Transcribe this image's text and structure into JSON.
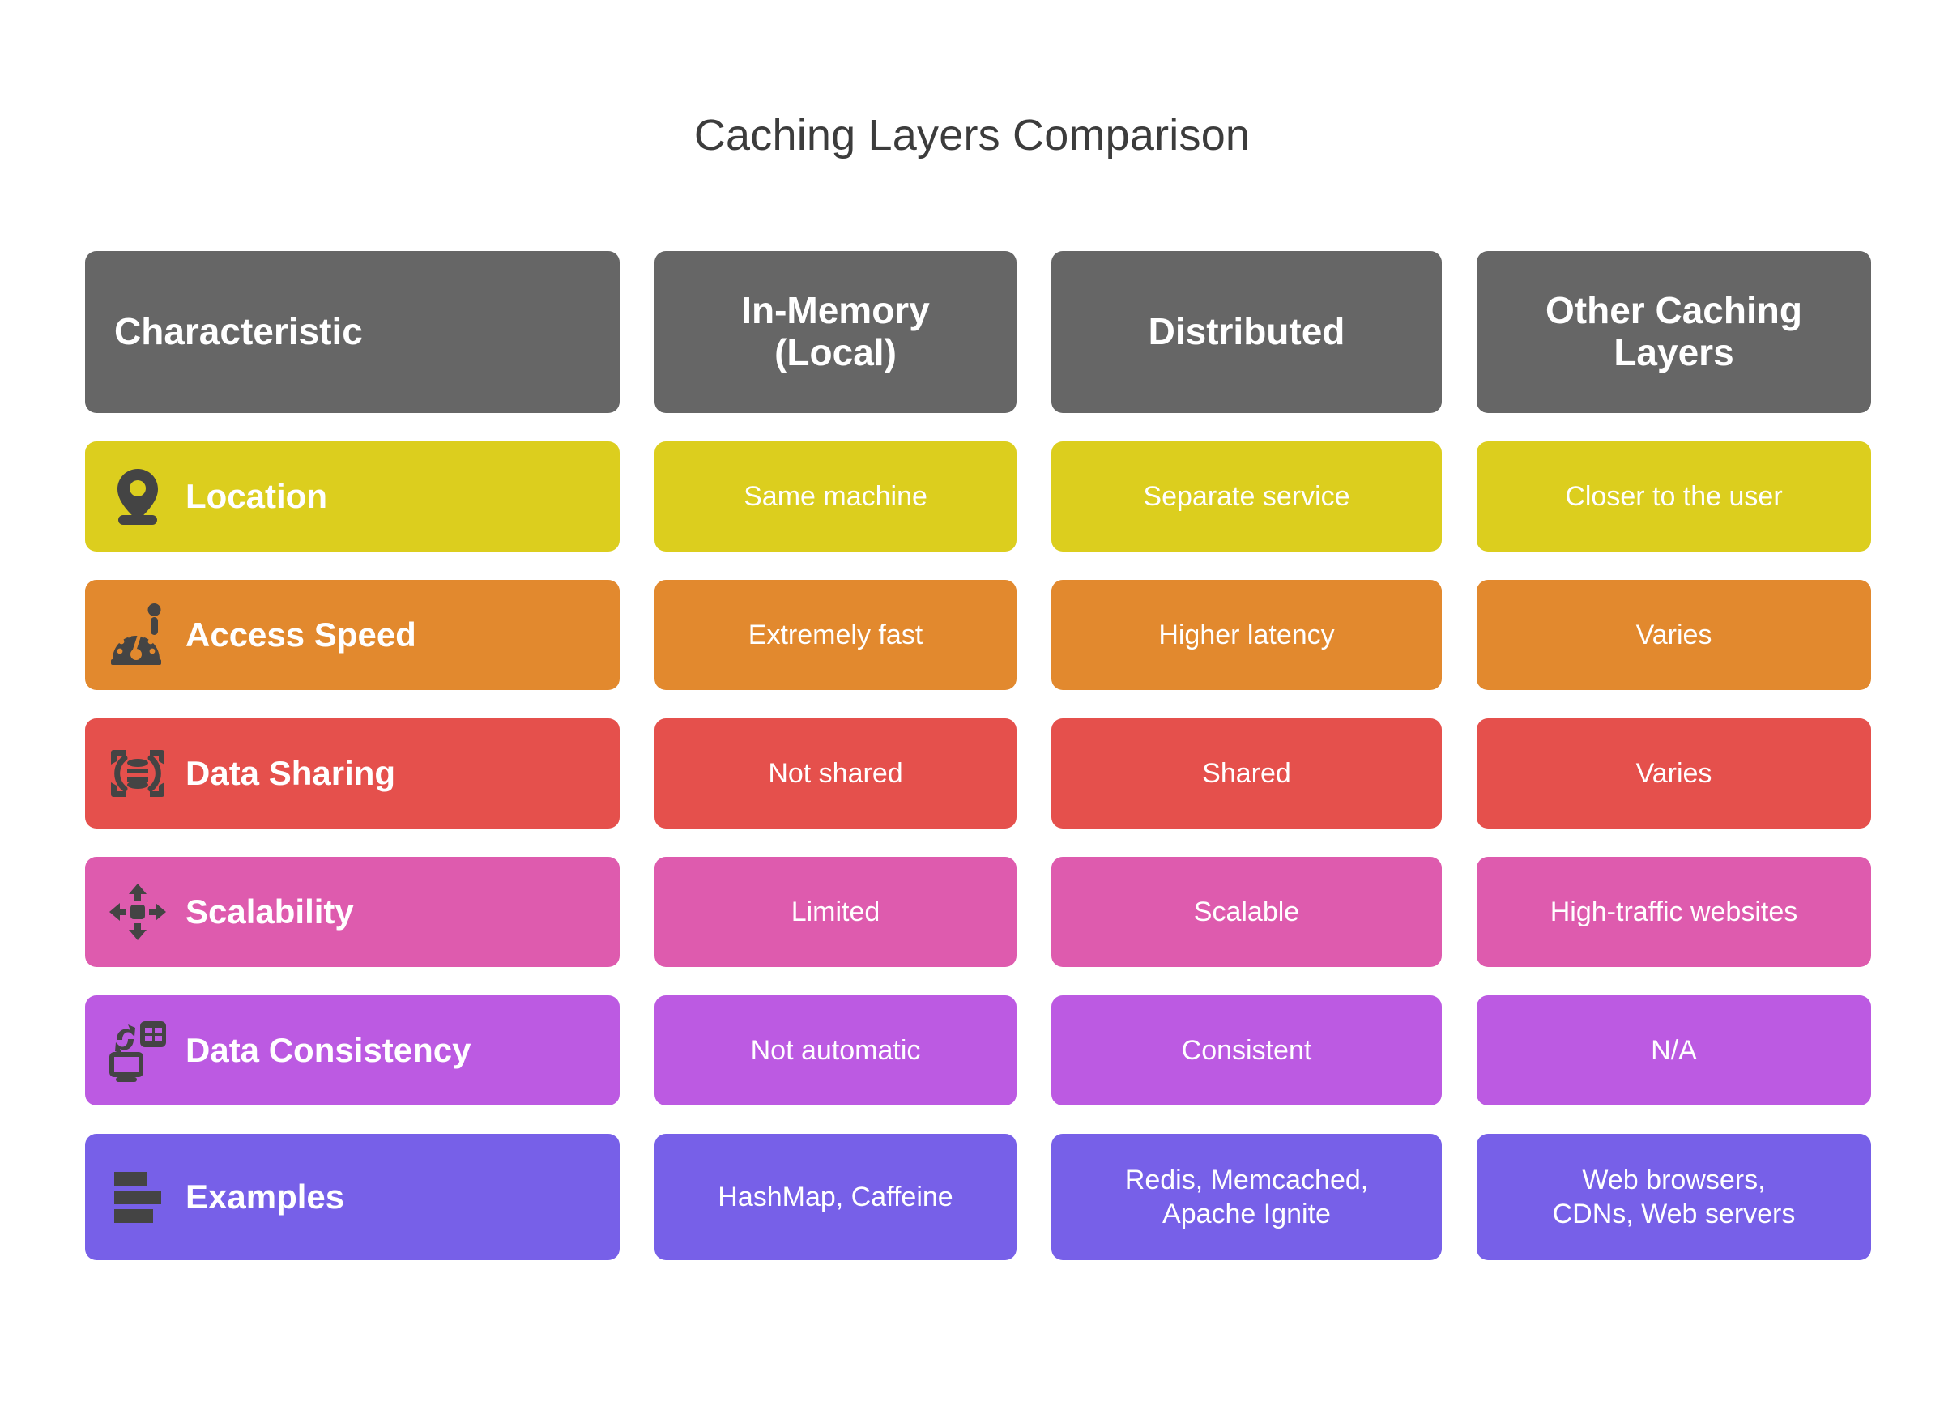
{
  "title": "Caching Layers Comparison",
  "colors": {
    "header": "#666666",
    "row_location": "#DCCE1E",
    "row_access_speed": "#E2892E",
    "row_data_sharing": "#E5504C",
    "row_scalability": "#DE5BAE",
    "row_data_consistency": "#BC5AE2",
    "row_examples": "#7760E8",
    "icon": "#444444",
    "text_on_card": "#FFFFFF",
    "title_text": "#3C3C3C",
    "background": "#FFFFFF"
  },
  "table": {
    "columns": [
      {
        "label": "Characteristic",
        "align": "left"
      },
      {
        "label": "In-Memory\n(Local)",
        "line1": "In-Memory",
        "line2": "(Local)",
        "align": "center"
      },
      {
        "label": "Distributed",
        "line1": "Distributed",
        "line2": "",
        "align": "center"
      },
      {
        "label": "Other Caching\nLayers",
        "line1": "Other Caching",
        "line2": "Layers",
        "align": "center"
      }
    ],
    "rows": [
      {
        "label": "Location",
        "icon": "map-pin-icon",
        "color": "#DCCE1E",
        "values": [
          "Same machine",
          "Separate service",
          "Closer to the user"
        ],
        "value_lines": [
          [
            "Same machine"
          ],
          [
            "Separate service"
          ],
          [
            "Closer to the user"
          ]
        ]
      },
      {
        "label": "Access Speed",
        "icon": "speedometer-icon",
        "color": "#E2892E",
        "values": [
          "Extremely fast",
          "Higher latency",
          "Varies"
        ],
        "value_lines": [
          [
            "Extremely fast"
          ],
          [
            "Higher latency"
          ],
          [
            "Varies"
          ]
        ]
      },
      {
        "label": "Data Sharing",
        "icon": "database-share-icon",
        "color": "#E5504C",
        "values": [
          "Not shared",
          "Shared",
          "Varies"
        ],
        "value_lines": [
          [
            "Not shared"
          ],
          [
            "Shared"
          ],
          [
            "Varies"
          ]
        ]
      },
      {
        "label": "Scalability",
        "icon": "scale-arrows-icon",
        "color": "#DE5BAE",
        "values": [
          "Limited",
          "Scalable",
          "High-traffic websites"
        ],
        "value_lines": [
          [
            "Limited"
          ],
          [
            "Scalable"
          ],
          [
            "High-traffic websites"
          ]
        ]
      },
      {
        "label": "Data Consistency",
        "icon": "monitor-sync-table-icon",
        "color": "#BC5AE2",
        "values": [
          "Not automatic",
          "Consistent",
          "N/A"
        ],
        "value_lines": [
          [
            "Not automatic"
          ],
          [
            "Consistent"
          ],
          [
            "N/A"
          ]
        ]
      },
      {
        "label": "Examples",
        "icon": "list-bars-icon",
        "color": "#7760E8",
        "values": [
          "HashMap, Caffeine",
          "Redis, Memcached, Apache Ignite",
          "Web browsers, CDNs, Web servers"
        ],
        "value_lines": [
          [
            "HashMap, Caffeine"
          ],
          [
            "Redis, Memcached,",
            "Apache Ignite"
          ],
          [
            "Web browsers,",
            "CDNs, Web servers"
          ]
        ]
      }
    ]
  }
}
